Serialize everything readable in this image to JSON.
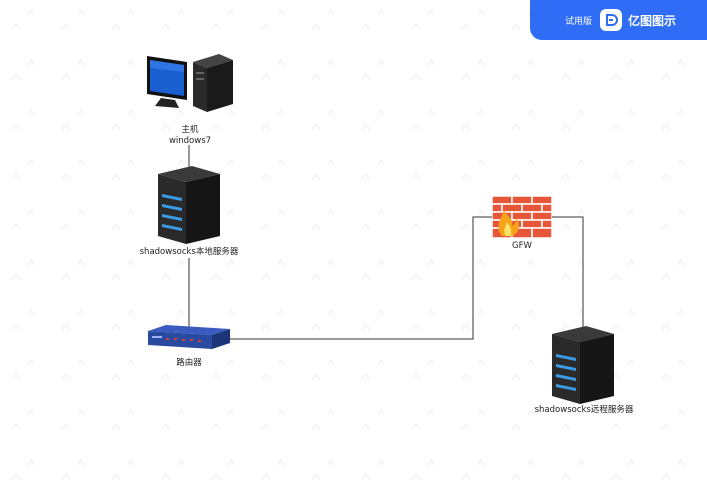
{
  "badge": {
    "trial_label": "试用版",
    "brand": "亿图图示"
  },
  "nodes": {
    "pc_line1": "主机",
    "pc_line2": "windows7",
    "local_server": "shadowsocks本地服务器",
    "router": "路由器",
    "gfw": "GFW",
    "remote_server": "shadowsocks远程服务器"
  },
  "colors": {
    "accent": "#2f6df6",
    "server_body": "#1e1e1e",
    "server_led": "#3a9be6",
    "firewall": "#e8563a",
    "router": "#2a4aa0"
  }
}
